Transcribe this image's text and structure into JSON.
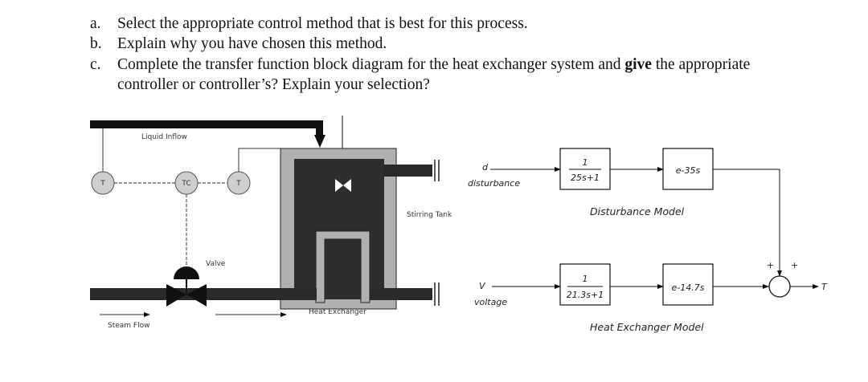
{
  "questions": [
    {
      "label": "a.",
      "text": "Select the appropriate control method that is best for this process."
    },
    {
      "label": "b.",
      "text": "Explain why you have chosen this method."
    },
    {
      "label": "c.",
      "text_pre": "Complete the transfer function block diagram for the heat exchanger system and ",
      "text_bold": "give",
      "text_post": " the appropriate",
      "text_line2": "controller or controller’s? Explain your selection?"
    }
  ],
  "process_diagram": {
    "liquid_inflow": "Liquid Inflow",
    "steam_flow": "Steam Flow",
    "valve": "Valve",
    "heat_exchanger": "Heat Exchanger",
    "stirring_tank": "Stirring Tank",
    "sensor_left": "T",
    "controller": "TC",
    "sensor_right": "T"
  },
  "block_diagram": {
    "disturbance_symbol": "d",
    "disturbance_label": "disturbance",
    "voltage_symbol": "V",
    "voltage_label": "voltage",
    "dist_tf_num": "1",
    "dist_tf_den": "25s+1",
    "dist_delay": "e-35s",
    "dist_model_label": "Disturbance Model",
    "hx_tf_num": "1",
    "hx_tf_den": "21.3s+1",
    "hx_delay": "e-14.7s",
    "hx_model_label": "Heat Exchanger Model",
    "sum_sign_a": "+",
    "sum_sign_b": "+",
    "output_label": "T"
  }
}
